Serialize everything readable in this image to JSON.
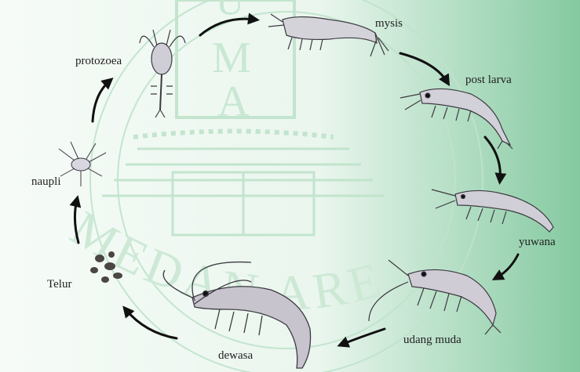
{
  "colors": {
    "background_light": "#f3faf5",
    "background_green": "#7cc79a",
    "watermark": "#bfe3cb",
    "arrow": "#111111",
    "shrimp_body": "#c9c6cf",
    "shrimp_outline": "#3c3a40",
    "egg": "#4a4642"
  },
  "watermark": {
    "letters_top": "U",
    "letters_middle_1": "M",
    "letters_middle_2": "A",
    "arc_text": "MEDAN AREA"
  },
  "stages": {
    "mysis": "mysis",
    "post_larva": "post larva",
    "protozoea": "protozoea",
    "naupli": "naupli",
    "yuwana": "yuwana",
    "telur": "Telur",
    "udang_muda": "udang muda",
    "dewasa": "dewasa"
  }
}
